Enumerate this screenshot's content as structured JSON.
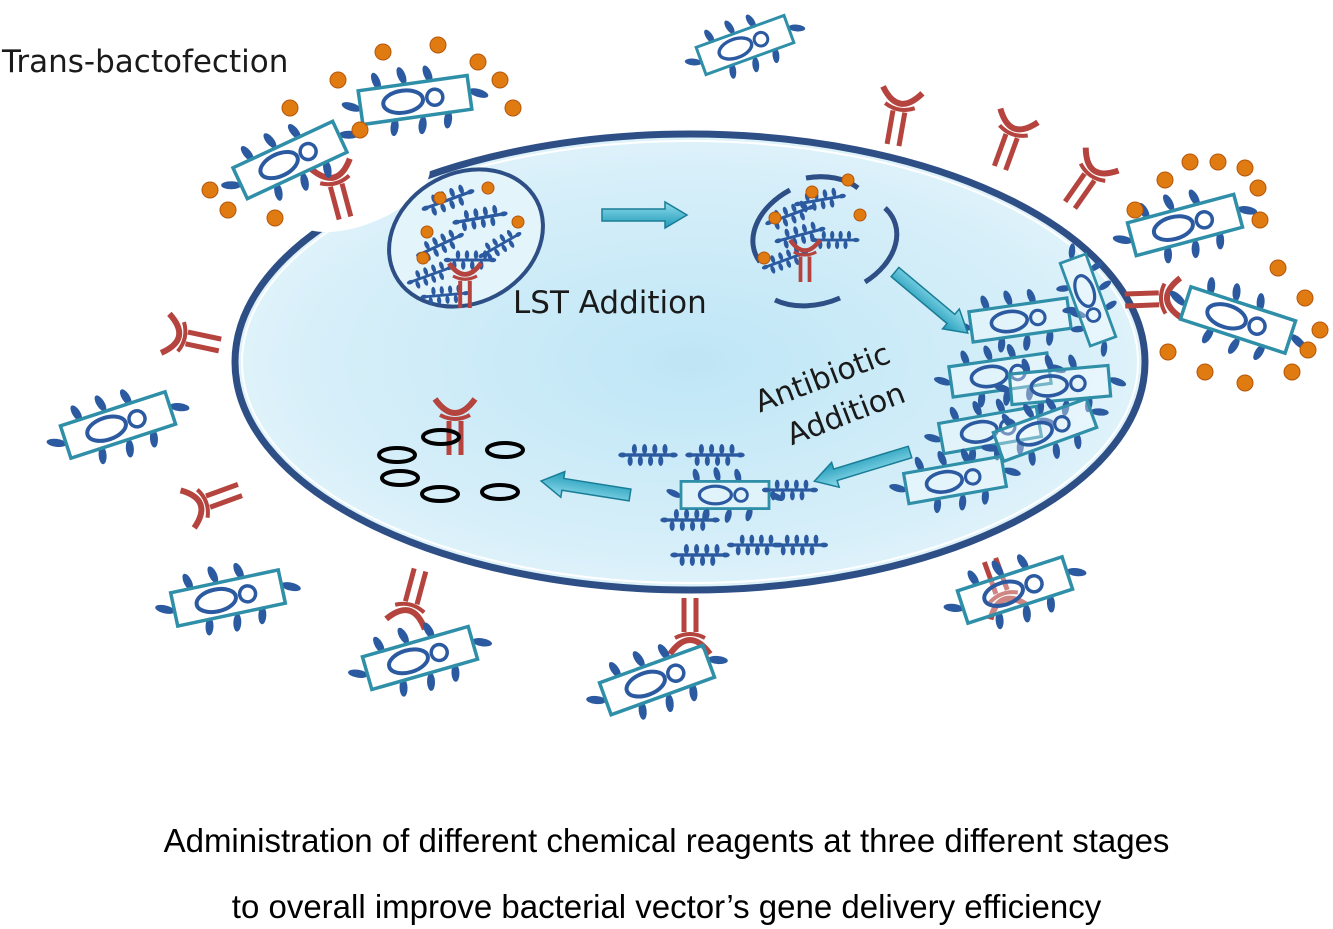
{
  "title": "Trans-bactofection",
  "labels": {
    "lst": "LST Addition",
    "antibiotic_line1": "Antibiotic",
    "antibiotic_line2": "Addition"
  },
  "caption": {
    "line1": "Administration of different chemical reagents at three different stages",
    "line2": "to overall improve bacterial vector’s gene delivery efficiency"
  },
  "colors": {
    "cell_fill": "#cfeaf7",
    "cell_border": "#2e4f86",
    "bacterium": "#2f8fa8",
    "flagella": "#2b5aa0",
    "receptor": "#b5443f",
    "reagent": "#e07b12",
    "arrow": "#35b1cc"
  },
  "icons": {
    "bacterium": "bacterium-icon",
    "receptor": "receptor-icon",
    "reagent": "reagent-particle-icon",
    "plasmid": "plasmid-ring-icon",
    "arrow": "process-arrow-icon"
  }
}
